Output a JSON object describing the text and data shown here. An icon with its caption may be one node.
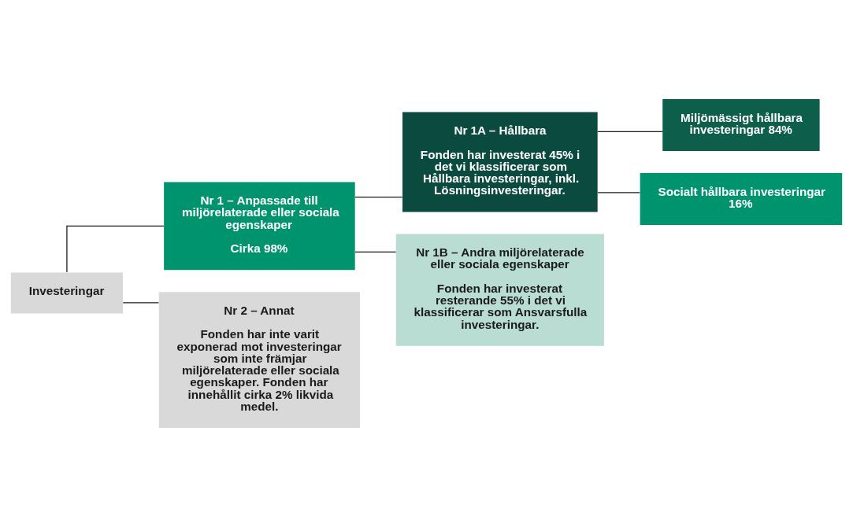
{
  "diagram": {
    "nodes": [
      {
        "text": [
          "Investeringar"
        ]
      },
      {
        "text": [
          "Nr 1 – Anpassade till miljörelaterade eller sociala egenskaper",
          "Cirka 98%"
        ]
      },
      {
        "text": [
          "Nr 2 – Annat",
          "Fonden har inte varit exponerad mot investeringar som inte främjar miljörelaterade eller sociala egenskaper. Fonden har innehållit cirka 2% likvida medel."
        ]
      },
      {
        "text": [
          "Nr 1A – Hållbara",
          "Fonden har investerat 45% i det vi klassificerar som Hållbara investeringar, inkl. Lösningsinvesteringar."
        ]
      },
      {
        "text": [
          "Nr 1B – Andra miljörelaterade eller sociala egenskaper",
          "Fonden har investerat resterande 55% i det vi klassificerar som Ansvarsfulla investeringar."
        ]
      },
      {
        "text": [
          "Miljömässigt hållbara investeringar 84%"
        ]
      },
      {
        "text": [
          "Socialt hållbara investeringar 16%"
        ]
      }
    ],
    "edges": [
      {
        "from": 0,
        "to": 1,
        "arrow": "none"
      },
      {
        "from": 0,
        "to": 2,
        "arrow": "none"
      },
      {
        "from": 1,
        "to": 3,
        "arrow": "none"
      },
      {
        "from": 1,
        "to": 4,
        "arrow": "none"
      },
      {
        "from": 3,
        "to": 5,
        "arrow": "none"
      },
      {
        "from": 3,
        "to": 6,
        "arrow": "none"
      }
    ]
  }
}
